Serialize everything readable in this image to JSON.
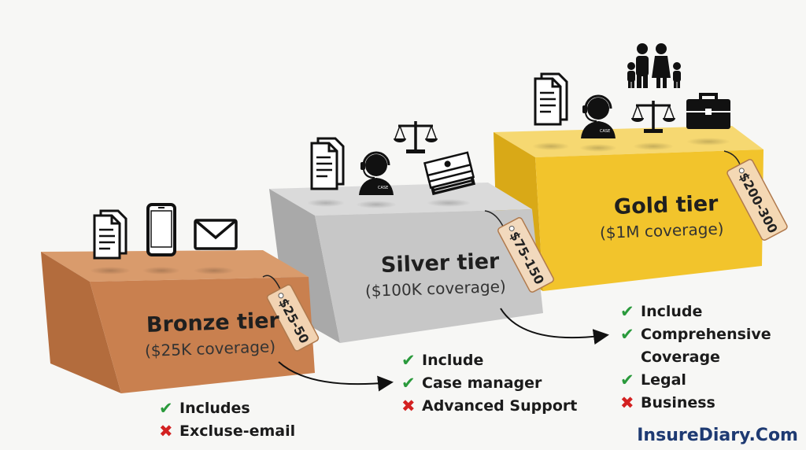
{
  "tiers": {
    "bronze": {
      "title": "Bronze tier",
      "coverage": "($25K coverage)",
      "price": "$25-50",
      "color": "#c9804f",
      "icons": [
        "document-icon",
        "smartphone-icon",
        "envelope-icon"
      ],
      "features": [
        {
          "status": "included",
          "text": "Includes"
        },
        {
          "status": "excluded",
          "text": "Excluse-email"
        }
      ]
    },
    "silver": {
      "title": "Silver tier",
      "coverage": "($100K coverage)",
      "price": "$75-150",
      "color": "#c7c7c7",
      "icons": [
        "document-icon",
        "case-manager-icon",
        "scales-icon",
        "money-stack-icon"
      ],
      "features": [
        {
          "status": "included",
          "text": "Include"
        },
        {
          "status": "included",
          "text": "Case manager"
        },
        {
          "status": "excluded",
          "text": "Advanced Support"
        }
      ]
    },
    "gold": {
      "title": "Gold tier",
      "coverage": "($1M coverage)",
      "price": "$200-300",
      "color": "#f2c42c",
      "icons": [
        "document-icon",
        "case-manager-icon",
        "family-icon",
        "scales-icon",
        "briefcase-icon"
      ],
      "features": [
        {
          "status": "included",
          "text": "Include"
        },
        {
          "status": "included",
          "text": "Comprehensive"
        },
        {
          "status": "none",
          "text": "Coverage"
        },
        {
          "status": "included",
          "text": "Legal"
        },
        {
          "status": "excluded",
          "text": "Business"
        }
      ]
    }
  },
  "headset_badge": "CASE",
  "brand": "InsureDiary.Com"
}
